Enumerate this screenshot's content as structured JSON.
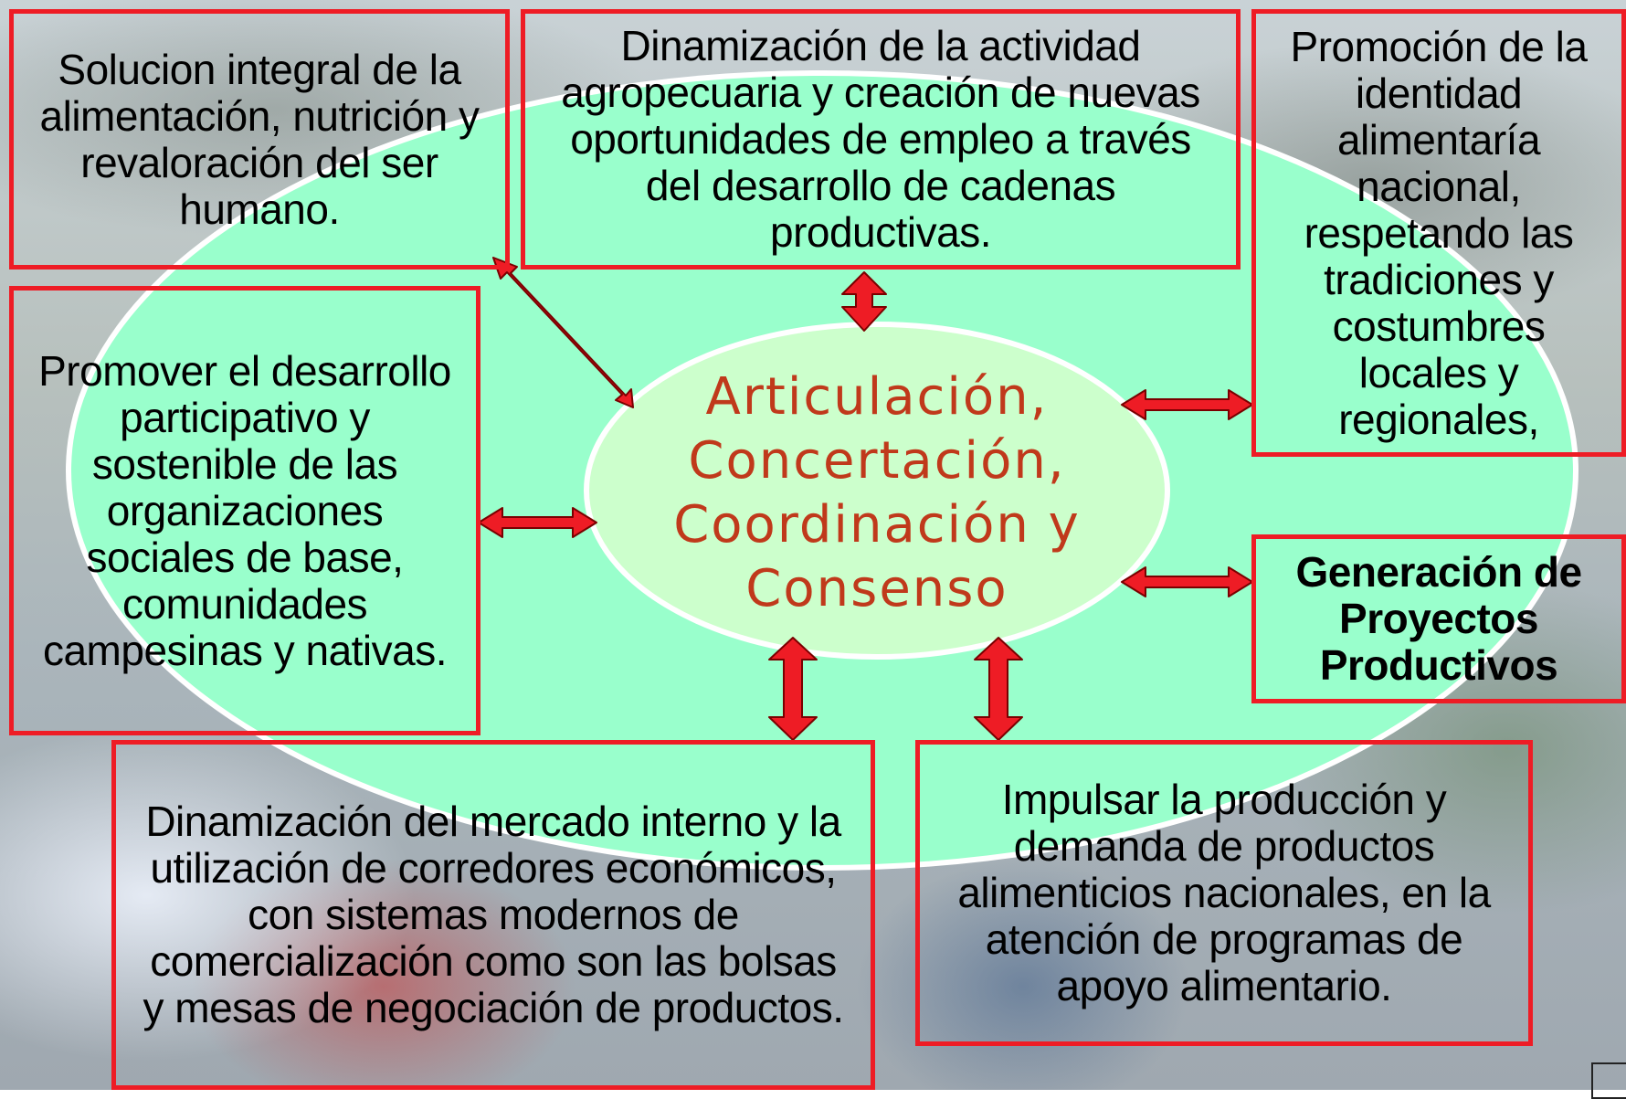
{
  "diagram": {
    "center_label": "Articulación, Concertación, Coordinación y Consenso",
    "boxes": {
      "top_left": "Solucion integral de la alimentación, nutrición y revaloración del ser humano.",
      "top_center": "Dinamización de la actividad agropecuaria y creación de nuevas oportunidades de empleo a través del desarrollo de cadenas productivas.",
      "top_right": "Promoción de la identidad alimentaría nacional, respetando las tradiciones y costumbres locales y regionales,",
      "middle_left": "Promover el desarrollo participativo y sostenible de las organizaciones sociales de base, comunidades campesinas y nativas.",
      "middle_right": "Generación de Proyectos Productivos",
      "bottom_left": "Dinamización del mercado interno y la utilización de corredores económicos, con sistemas modernos de comercialización como son las bolsas y mesas de negociación de productos.",
      "bottom_right": "Impulsar la producción y demanda de productos alimenticios nacionales, en la atención de programas de apoyo alimentario."
    },
    "colors": {
      "outer_ellipse": "#99ffcc",
      "inner_ellipse": "#ccffcc",
      "box_border": "#ee1c25",
      "arrow": "#ee1c25",
      "center_text": "#c0391b"
    }
  }
}
